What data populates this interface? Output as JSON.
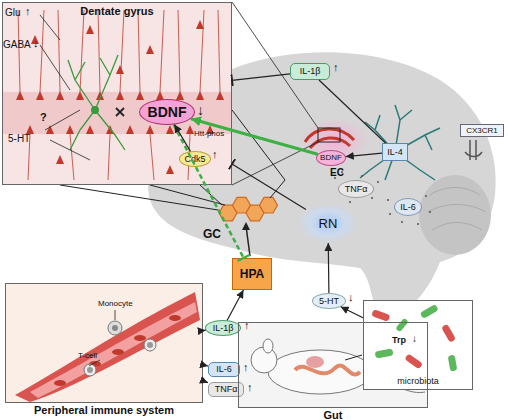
{
  "diagram": {
    "nodes": [
      {
        "text": [
          "Dentate gyrus"
        ]
      },
      {
        "text": [
          "BDNF"
        ],
        "in": 0
      },
      {
        "text": [
          "Cdk5"
        ],
        "in": 0
      },
      {
        "text": [
          "IL-1β"
        ]
      },
      {
        "text": [
          "BDNF"
        ]
      },
      {
        "text": [
          "IL-4"
        ]
      },
      {
        "text": [
          "CX3CR1"
        ]
      },
      {
        "text": [
          "TNFα"
        ]
      },
      {
        "text": [
          "IL-6"
        ]
      },
      {
        "text": [
          "RN"
        ]
      },
      {
        "text": [
          "HPA"
        ]
      },
      {
        "text": [
          "5-HT"
        ]
      },
      {
        "text": [
          "Peripheral immune system"
        ]
      },
      {
        "text": [
          "IL-1β"
        ]
      },
      {
        "text": [
          "IL-6"
        ]
      },
      {
        "text": [
          "TNFα"
        ]
      },
      {
        "text": [
          "Gut"
        ]
      },
      {
        "text": [
          "microbiota"
        ]
      }
    ],
    "edges": [
      {
        "from": 12,
        "to": 13,
        "arrow": "to"
      },
      {
        "from": 12,
        "to": 14,
        "arrow": "to"
      },
      {
        "from": 12,
        "to": 15,
        "arrow": "to"
      },
      {
        "from": 13,
        "to": 10,
        "arrow": "to"
      },
      {
        "from": 17,
        "to": 11,
        "arrow": "to"
      },
      {
        "from": 11,
        "to": 9,
        "arrow": "to"
      },
      {
        "from": 9,
        "to": 0,
        "arrow": "to"
      },
      {
        "from": 1,
        "to": 10,
        "arrow": "to"
      },
      {
        "from": 4,
        "to": 1,
        "arrow": "to"
      },
      {
        "from": 5,
        "to": 4,
        "arrow": "to"
      },
      {
        "from": 5,
        "to": 3,
        "arrow": "none"
      },
      {
        "from": 3,
        "to": 0,
        "arrow": "to"
      },
      {
        "from": 2,
        "to": 1,
        "arrow": "to"
      }
    ],
    "labels": [
      "Glu",
      "↑",
      "GABA",
      "↓",
      "5-HT",
      "?",
      "↓",
      "Htt-phos",
      "↑",
      "↑",
      "EC",
      "GC",
      "↓",
      "↑",
      "↑",
      "↑",
      "Monocyte",
      "T-cell",
      "Trp",
      "↓"
    ]
  }
}
